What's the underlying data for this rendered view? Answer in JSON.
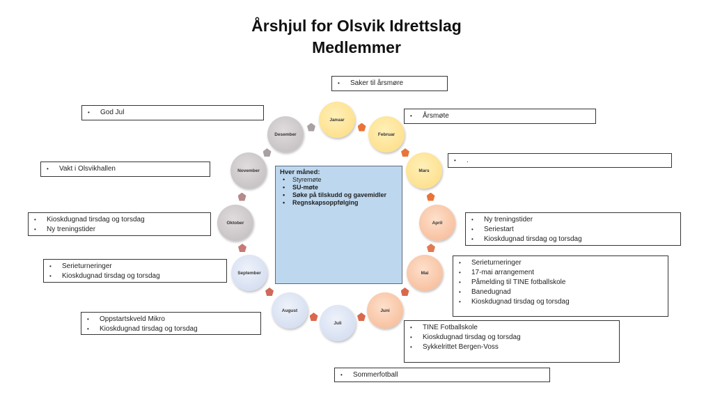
{
  "title": {
    "line1": "Årshjul for Olsvik Idrettslag",
    "line2": "Medlemmer"
  },
  "months": [
    "Januar",
    "Februar",
    "Mars",
    "April",
    "Mai",
    "Juni",
    "Juli",
    "August",
    "September",
    "Oktober",
    "November",
    "Desember"
  ],
  "center": {
    "heading": "Hver måned:",
    "items": [
      "Styremøte",
      "SU-møte",
      "Søke på tilskudd og gavemidler",
      "Regnskapsoppfølging"
    ]
  },
  "boxes": {
    "januar": [
      "Saker til årsmøre"
    ],
    "februar": [
      "Årsmøte"
    ],
    "mars": [
      "."
    ],
    "april": [
      "Ny treningstider",
      "Seriestart",
      "Kioskdugnad tirsdag og torsdag"
    ],
    "mai": [
      "Serieturneringer",
      "17-mai arrangement",
      "Påmelding til TINE fotballskole",
      "Banedugnad",
      "Kioskdugnad tirsdag og torsdag"
    ],
    "juni": [
      "TINE Fotballskole",
      "Kioskdugnad tirsdag og torsdag",
      "Sykkelrittet Bergen-Voss"
    ],
    "juli": [
      "Sommerfotball"
    ],
    "august": [
      "Oppstartskveld Mikro",
      "Kioskdugnad tirsdag og torsdag"
    ],
    "september": [
      "Serieturneringer",
      "Kioskdugnad tirsdag og torsdag"
    ],
    "oktober": [
      "Kioskdugnad tirsdag og torsdag",
      "Ny treningstider"
    ],
    "november": [
      "Vakt i Olsvikhallen"
    ],
    "desember": [
      "God Jul"
    ]
  },
  "colors": {
    "yellow": "#fddb80",
    "orange": "#f6b690",
    "blue": "#cdd8ee",
    "gray": "#bfbabb",
    "center": "#bdd7ee"
  }
}
